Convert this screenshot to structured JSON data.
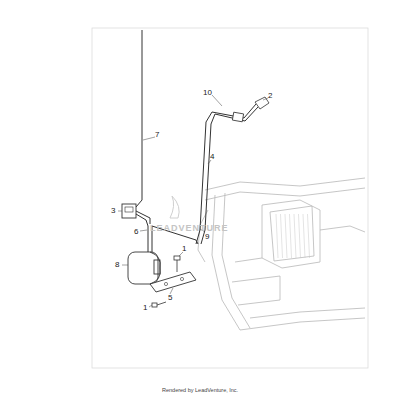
{
  "diagram": {
    "labels": [
      "2",
      "10",
      "7",
      "4",
      "3",
      "6",
      "9",
      "8",
      "1",
      "1",
      "5",
      "LEADVENTURE",
      "Rendered by LeadVenture, Inc."
    ]
  }
}
